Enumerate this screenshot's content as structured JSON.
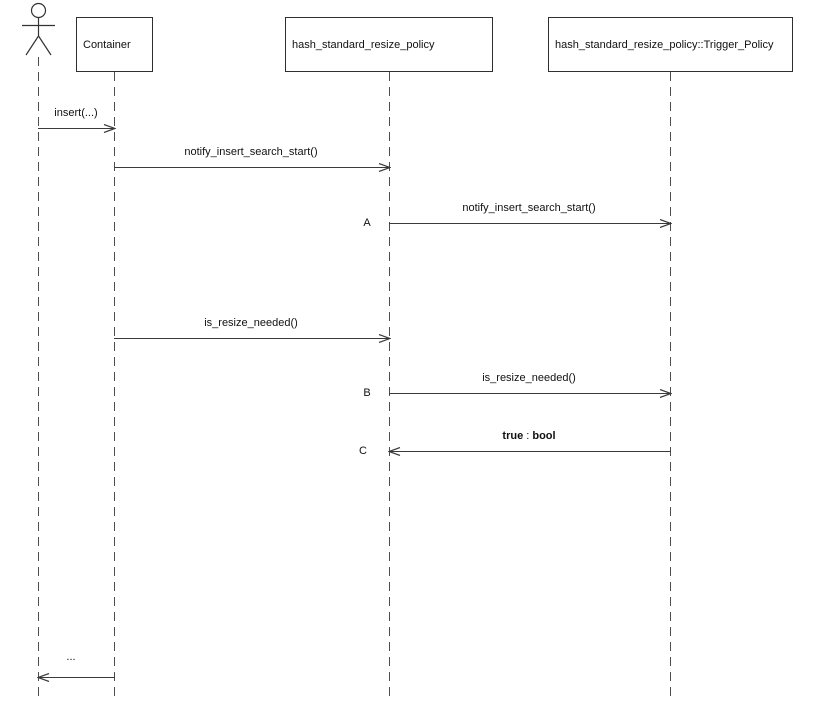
{
  "diagram": {
    "type": "uml-sequence-diagram",
    "colors": {
      "line": "#3a3a3a",
      "lifeline": "#4d4d4d",
      "text": "#111111",
      "background": "#ffffff"
    },
    "participants": [
      {
        "id": "actor",
        "kind": "actor",
        "label": ""
      },
      {
        "id": "container",
        "kind": "object",
        "label": "Container"
      },
      {
        "id": "policy",
        "kind": "object",
        "label": "hash_standard_resize_policy"
      },
      {
        "id": "trigger",
        "kind": "object",
        "label": "hash_standard_resize_policy::Trigger_Policy"
      }
    ],
    "messages": [
      {
        "from": "actor",
        "to": "container",
        "label": "insert(...)"
      },
      {
        "from": "container",
        "to": "policy",
        "label": "notify_insert_search_start()"
      },
      {
        "letter": "A",
        "from": "policy",
        "to": "trigger",
        "label": "notify_insert_search_start()"
      },
      {
        "from": "container",
        "to": "policy",
        "label": "is_resize_needed()"
      },
      {
        "letter": "B",
        "from": "policy",
        "to": "trigger",
        "label": "is_resize_needed()"
      },
      {
        "letter": "C",
        "from": "trigger",
        "to": "policy",
        "value": "true",
        "separator": " : ",
        "type": "bool"
      },
      {
        "from": "container",
        "to": "actor",
        "label": "..."
      }
    ]
  }
}
